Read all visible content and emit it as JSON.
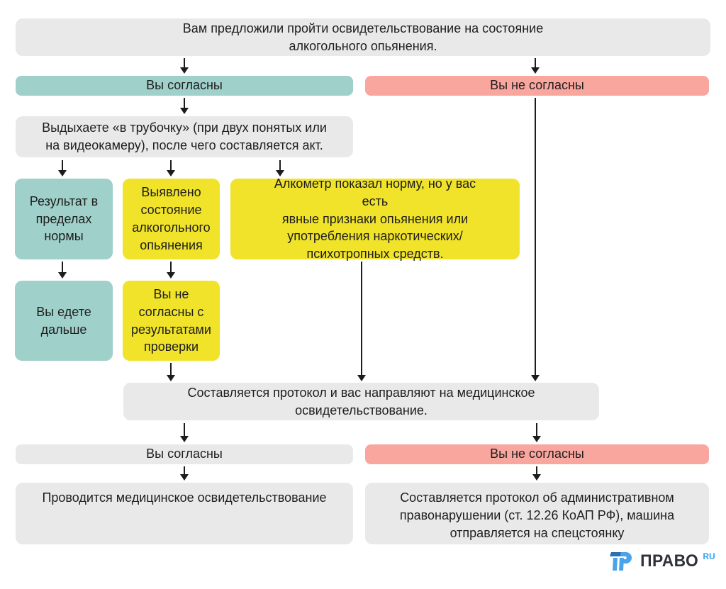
{
  "colors": {
    "gray": "#e9e9e9",
    "teal": "#9fd0c9",
    "yellow": "#f0e32a",
    "pink": "#f9a69f",
    "text": "#1e1e1e",
    "arrow": "#1c1c1c",
    "logo_dark_blue": "#2b6fb4",
    "logo_light_blue": "#4ba4ea",
    "logo_text": "#2e3138",
    "logo_ru": "#2fa3f5"
  },
  "flow": {
    "start": "Вам предложили пройти освидетельствование на состояние\nалкогольного опьянения.",
    "agree_top": "Вы согласны",
    "disagree_top": "Вы не согласны",
    "breath_test": "Выдыхаете «в трубочку» (при двух понятых или\nна видеокамеру), после чего составляется акт.",
    "result_normal": "Результат в\nпределах\nнормы",
    "intoxication_found": "Выявлено\nсостояние\nалкогольного\nопьянения",
    "alcometer_norm_but_signs": "Алкометр показал норму, но у вас есть\nявные признаки опьянения или\nупотребления наркотических/\nпсихотропных средств.",
    "drive_on": "Вы едете\nдальше",
    "disagree_with_results": "Вы не\nсогласны с\nрезультатами\nпроверки",
    "protocol_medical_referral": "Составляется протокол и вас направляют на медицинское\nосвидетельствование.",
    "agree_bottom": "Вы согласны",
    "disagree_bottom": "Вы не согласны",
    "medical_exam": "Проводится медицинское освидетельствование",
    "protocol_admin_offense": "Составляется протокол об административном\nправонарушении (ст. 12.26 КоАП РФ), машина\nотправляется на спецстоянку"
  },
  "logo": {
    "name": "ПРАВО",
    "domain": "RU"
  }
}
